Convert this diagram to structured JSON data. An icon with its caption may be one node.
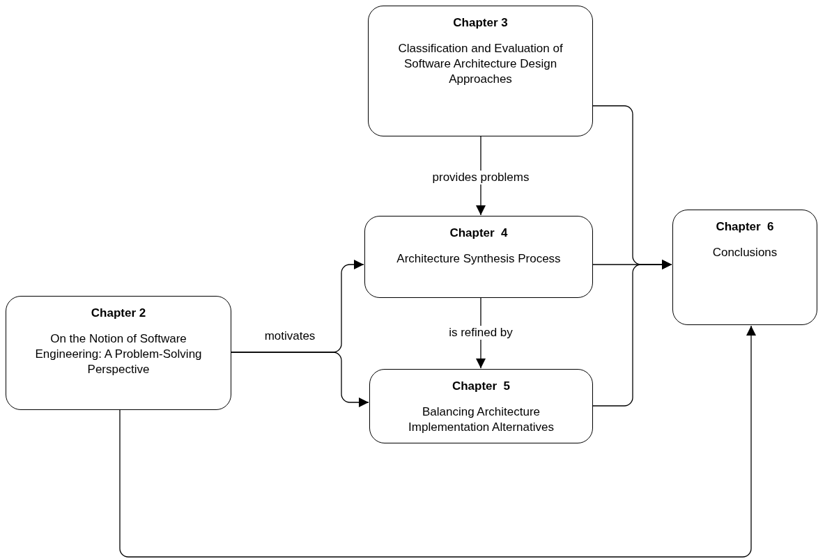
{
  "diagram": {
    "nodes": [
      {
        "text": [
          "Chapter 3",
          "Classification and Evaluation of Software Architecture Design Approaches"
        ]
      },
      {
        "text": [
          "Chapter  4",
          "Architecture Synthesis Process"
        ]
      },
      {
        "text": [
          "Chapter  6",
          "Conclusions"
        ]
      },
      {
        "text": [
          "Chapter 2",
          "On the Notion of Software Engineering: A Problem-Solving Perspective"
        ]
      },
      {
        "text": [
          "Chapter  5",
          "Balancing Architecture Implementation Alternatives"
        ]
      }
    ],
    "edges": [
      {
        "from": 0,
        "to": 1,
        "arrow": "to",
        "label": "provides problems"
      },
      {
        "from": 1,
        "to": 4,
        "arrow": "to",
        "label": "is refined by"
      },
      {
        "from": 3,
        "to": 1,
        "arrow": "to",
        "label": "motivates"
      },
      {
        "from": 3,
        "to": 4,
        "arrow": "to"
      },
      {
        "from": 0,
        "to": 2,
        "arrow": "to"
      },
      {
        "from": 1,
        "to": 2,
        "arrow": "to"
      },
      {
        "from": 4,
        "to": 2,
        "arrow": "to"
      },
      {
        "from": 3,
        "to": 2,
        "arrow": "to"
      }
    ]
  }
}
